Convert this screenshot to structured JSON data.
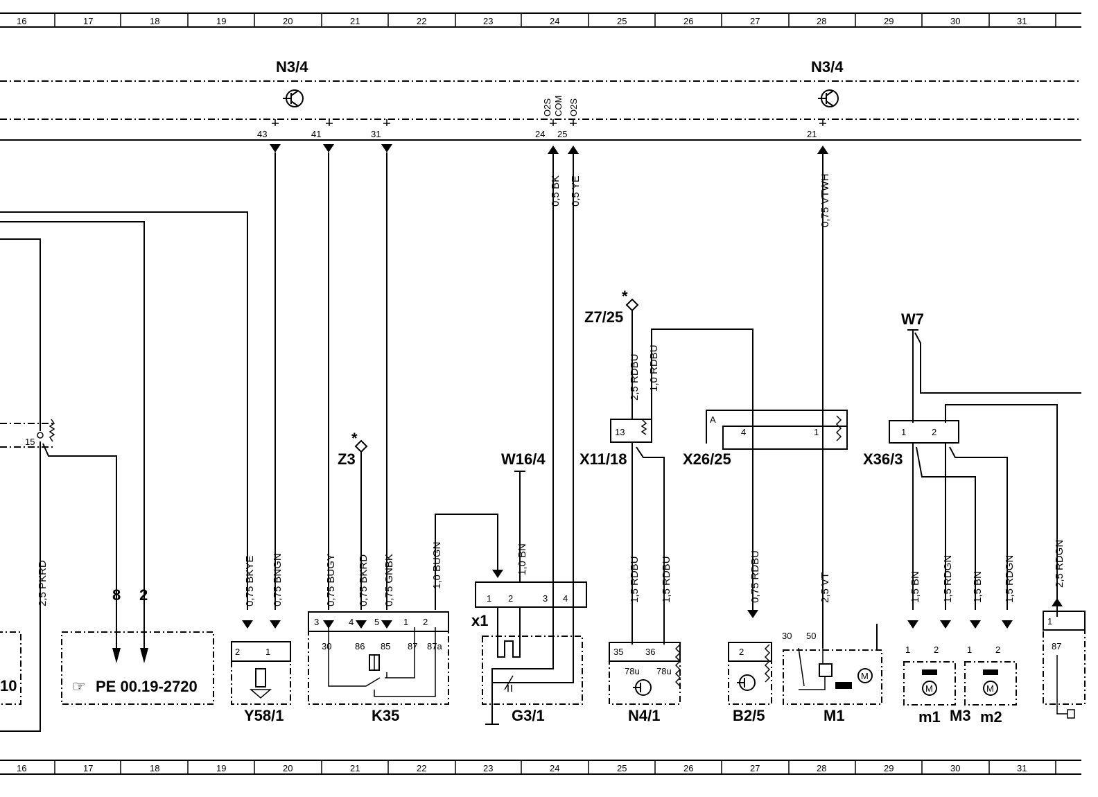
{
  "ruler": [
    "16",
    "17",
    "18",
    "19",
    "20",
    "21",
    "22",
    "23",
    "24",
    "25",
    "26",
    "27",
    "28",
    "29",
    "30",
    "31"
  ],
  "modules": {
    "n3_4_left": "N3/4",
    "n3_4_right": "N3/4"
  },
  "ecu_pins": {
    "p43": "43",
    "p41": "41",
    "p31": "31",
    "p24": "24",
    "p25": "25",
    "p21": "21",
    "o2s_a": "O2S",
    "com": "COM",
    "o2s_b": "O2S"
  },
  "wires": {
    "w_bk": "0,5  BK",
    "w_ye": "0,5  YE",
    "w_vtwh": "0,75  VTWH",
    "w_pkrd": "2,5  PKRD",
    "w_bkye": "0,75  BKYE",
    "w_bngn": "0,75  BNGN",
    "w_bugy": "0,75  BUGY",
    "w_bkrd": "0,75  BKRD",
    "w_gnbk": "0,75  GNBK",
    "w_bugn": "1,0  BUGN",
    "w_bn10": "1,0  BN",
    "w_rdbu25": "2,5  RDBU",
    "w_rdbu10": "1,0  RDBU",
    "w_rdbu15a": "1,5  RDBU",
    "w_rdbu15b": "1,5  RDBU",
    "w_rdbu075": "0,75  RDBU",
    "w_vt25": "2,5  VT",
    "w_bn15a": "1,5  BN",
    "w_rdgn15a": "1,5  RDGN",
    "w_bn15b": "1,5  BN",
    "w_rdgn15b": "1,5  RDGN",
    "w_rdgn25": "2,5  RDGN"
  },
  "components": {
    "z3": "Z3",
    "z7_25": "Z7/25",
    "w16_4": "W16/4",
    "x11_18": "X11/18",
    "x26_25": "X26/25",
    "x36_3": "X36/3",
    "w7": "W7",
    "x1": "x1",
    "y58_1": "Y58/1",
    "k35": "K35",
    "g3_1": "G3/1",
    "n4_1": "N4/1",
    "b2_5": "B2/5",
    "m1": "M1",
    "m1s": "m1",
    "m3": "M3",
    "m2": "m2",
    "star1": "*",
    "star2": "*",
    "conn_a": "A",
    "cut_text": "10"
  },
  "reference": {
    "symbol": "☞",
    "text": "PE  00.19-2720",
    "arrow8": "8",
    "arrow2": "2"
  },
  "pins": {
    "p15": "15",
    "k35_3": "3",
    "k35_4": "4",
    "k35_5": "5",
    "k35_1": "1",
    "k35_2": "2",
    "k35_30": "30",
    "k35_86": "86",
    "k35_85": "85",
    "k35_87": "87",
    "k35_87a": "87a",
    "y_2": "2",
    "y_1": "1",
    "x1_1": "1",
    "x1_2": "2",
    "x1_3": "3",
    "x1_4": "4",
    "x11_13": "13",
    "x26_4": "4",
    "x26_1": "1",
    "x36_1": "1",
    "x36_2": "2",
    "n4_35": "35",
    "n4_36": "36",
    "n4_78u_a": "78u",
    "n4_78u_b": "78u",
    "b2_2": "2",
    "m1_30": "30",
    "m1_50": "50",
    "m1s_1": "1",
    "m1s_2": "2",
    "m2_1": "1",
    "m2_2": "2",
    "r_1": "1",
    "r_87": "87"
  }
}
